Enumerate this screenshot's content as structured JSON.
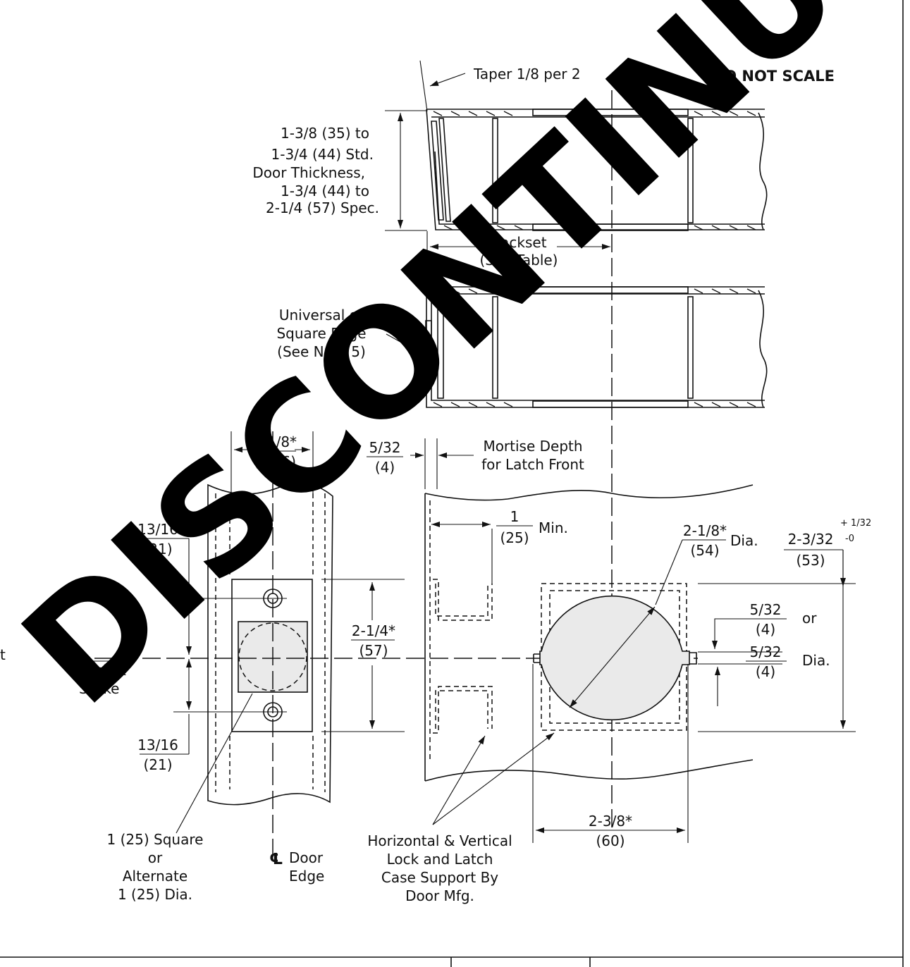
{
  "header": {
    "scale_note": "DO NOT SCALE"
  },
  "watermark": "DISCONTINUED",
  "section_top": {
    "taper": "Taper 1/8 per 2",
    "thickness": [
      "1-3/8 (35) to",
      "1-3/4 (44) Std.",
      "Door Thickness,",
      "1-3/4 (44) to",
      "2-1/4 (57) Spec."
    ],
    "backset": [
      "Backset",
      "(See Table)"
    ]
  },
  "section_middle": {
    "edge": [
      "Universal or",
      "Square Edge",
      "(See Note 5)"
    ]
  },
  "strike_view": {
    "width_top": "1-1/8*",
    "width_bottom": "(28.6)",
    "upper_dim_top": "13/16",
    "upper_dim_bottom": "(21)",
    "lower_dim_top": "13/16",
    "lower_dim_bottom": "(21)",
    "cl_symbol": "℄",
    "cl_lock": [
      "Lock &",
      "Strike"
    ],
    "left_cut": "t",
    "hole_note": [
      "1 (25) Square",
      "or",
      "Alternate",
      "1 (25) Dia."
    ],
    "door_edge": [
      "Door",
      "Edge"
    ]
  },
  "mortise_view": {
    "depth_top": "5/32",
    "depth_bottom": "(4)",
    "depth_label": [
      "Mortise Depth",
      "for Latch Front"
    ],
    "min_top": "1",
    "min_bottom": "(25)",
    "min_label": "Min.",
    "height_top": "2-1/4*",
    "height_bottom": "(57)",
    "support_note": [
      "Horizontal & Vertical",
      "Lock and Latch",
      "Case Support By",
      "Door Mfg."
    ]
  },
  "bore_view": {
    "dia_top": "2-1/8*",
    "dia_bottom": "(54)",
    "dia_label": "Dia.",
    "height_top": "2-3/32",
    "height_bottom": "(53)",
    "tol_plus": "+ 1/32",
    "tol_minus": "-0",
    "notch1_top": "5/32",
    "notch1_bottom": "(4)",
    "notch1_label": "or",
    "notch2_top": "5/32",
    "notch2_bottom": "(4)",
    "notch2_label": "Dia.",
    "backset_top": "2-3/8*",
    "backset_bottom": "(60)"
  }
}
